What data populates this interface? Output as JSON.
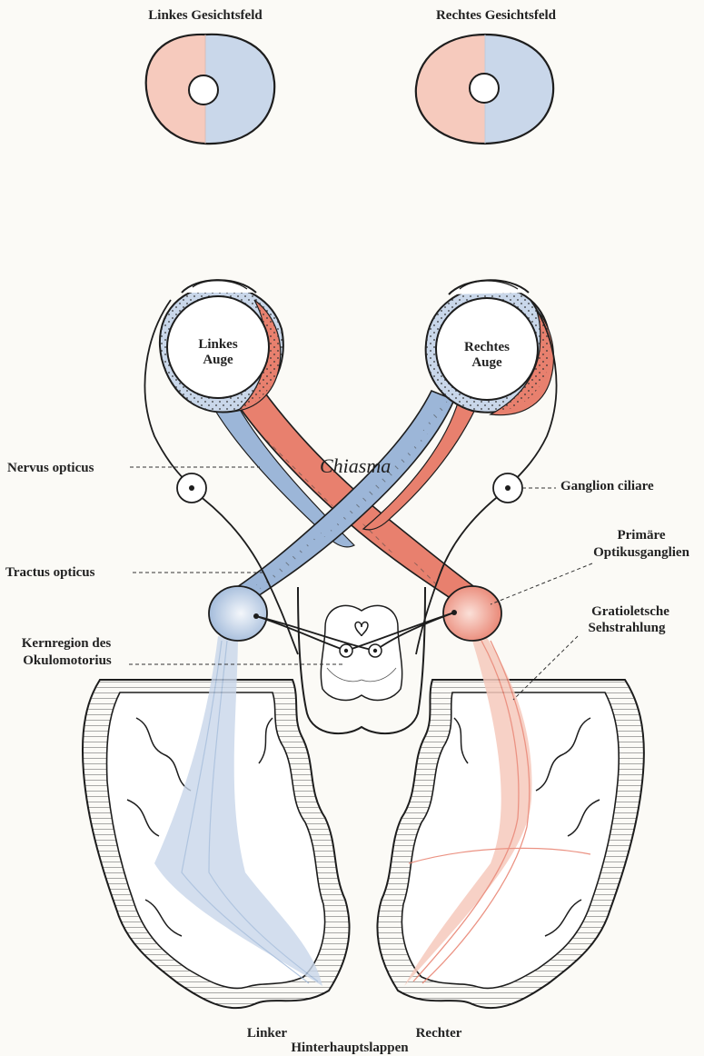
{
  "visual_fields": {
    "left_title": "Linkes Gesichtsfeld",
    "right_title": "Rechtes Gesichtsfeld"
  },
  "eyes": {
    "left_line1": "Linkes",
    "left_line2": "Auge",
    "right_line1": "Rechtes",
    "right_line2": "Auge"
  },
  "labels": {
    "chiasma": "Chiasma",
    "nervus_opticus": "Nervus opticus",
    "ganglion_ciliare": "Ganglion ciliare",
    "tractus_opticus": "Tractus opticus",
    "primaere_line1": "Primäre",
    "primaere_line2": "Optikusganglien",
    "kernregion_line1": "Kernregion des",
    "kernregion_line2": "Okulomotorius",
    "gratiolet_line1": "Gratioletsche",
    "gratiolet_line2": "Sehstrahlung"
  },
  "lobes": {
    "left": "Linker",
    "right": "Rechter",
    "common": "Hinterhauptslappen"
  },
  "colors": {
    "red": "#e8806e",
    "red_light": "#f6cabd",
    "blue": "#9cb6d8",
    "blue_light": "#c9d7ea",
    "ink": "#1d1d1d",
    "brain_fill": "#ffffff",
    "background": "#fbfaf6"
  }
}
